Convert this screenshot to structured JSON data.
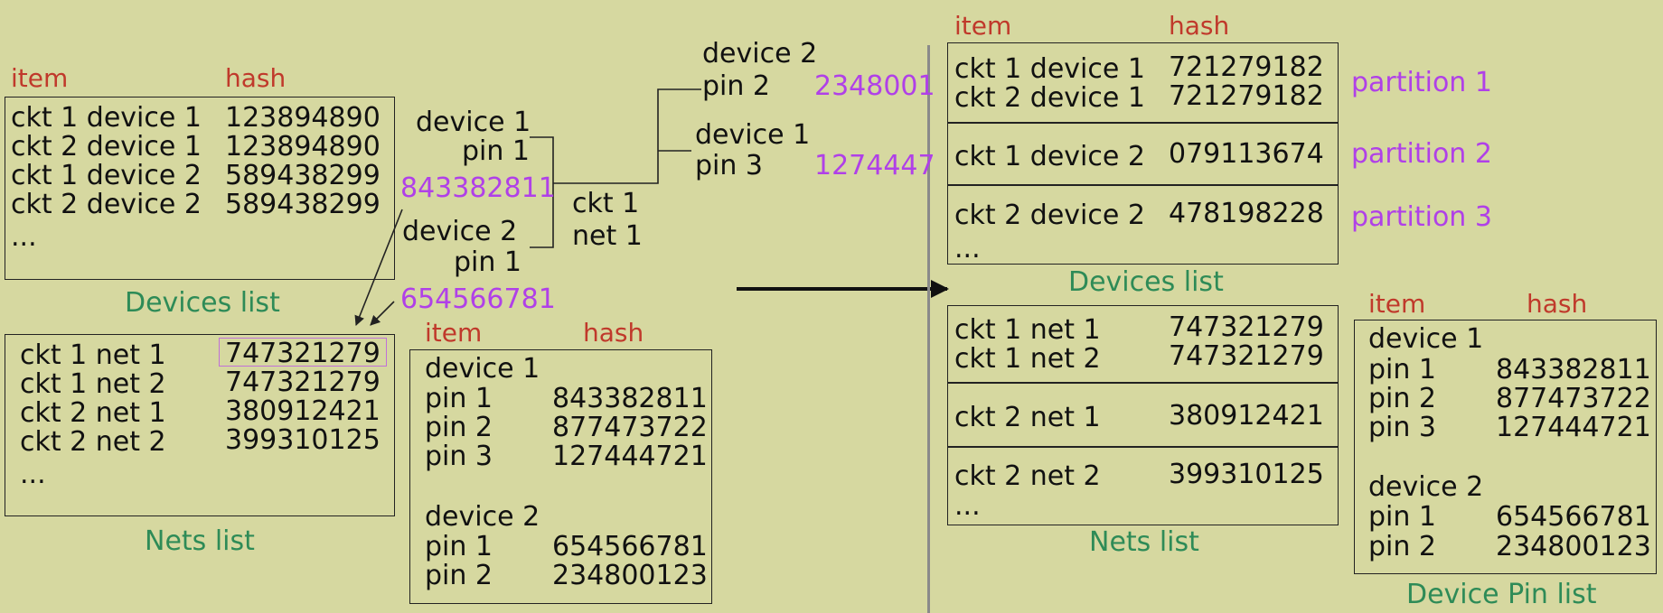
{
  "left": {
    "devices_header": {
      "item": "item",
      "hash": "hash"
    },
    "devices": [
      {
        "item": "ckt 1 device 1",
        "hash": "123894890"
      },
      {
        "item": "ckt 2 device 1",
        "hash": "123894890"
      },
      {
        "item": "ckt 1 device 2",
        "hash": "589438299"
      },
      {
        "item": "ckt 2 device 2",
        "hash": "589438299"
      }
    ],
    "devices_more": "...",
    "devices_caption": "Devices list",
    "nets": [
      {
        "item": "ckt 1 net 1",
        "hash": "747321279"
      },
      {
        "item": "ckt 1 net 2",
        "hash": "747321279"
      },
      {
        "item": "ckt 2 net 1",
        "hash": "380912421"
      },
      {
        "item": "ckt 2 net 2",
        "hash": "399310125"
      }
    ],
    "nets_more": "...",
    "nets_caption": "Nets list",
    "pins_header": {
      "item": "item",
      "hash": "hash"
    },
    "pins": {
      "device1": "device 1",
      "d1": [
        {
          "pin": "pin 1",
          "hash": "843382811"
        },
        {
          "pin": "pin 2",
          "hash": "877473722"
        },
        {
          "pin": "pin 3",
          "hash": "127444721"
        }
      ],
      "device2": "device 2",
      "d2": [
        {
          "pin": "pin 1",
          "hash": "654566781"
        },
        {
          "pin": "pin 2",
          "hash": "234800123"
        }
      ]
    }
  },
  "net_diagram": {
    "device1": "device 1",
    "device1_pin": "pin 1",
    "hash1": "843382811",
    "device2": "device 2",
    "device2_pin": "pin 1",
    "hash2": "654566781",
    "ckt": "ckt 1",
    "net": "net 1",
    "top_device": "device 2",
    "top_pin": "pin 2",
    "top_hash": "2348001",
    "mid_device": "device 1",
    "mid_pin": "pin 3",
    "mid_hash": "1274447"
  },
  "right": {
    "devices_header": {
      "item": "item",
      "hash": "hash"
    },
    "partitions": [
      {
        "rows": [
          {
            "item": "ckt 1 device 1",
            "hash": "721279182"
          },
          {
            "item": "ckt 2 device 1",
            "hash": "721279182"
          }
        ],
        "label": "partition 1"
      },
      {
        "rows": [
          {
            "item": "ckt 1 device 2",
            "hash": "079113674"
          }
        ],
        "label": "partition 2"
      },
      {
        "rows": [
          {
            "item": "ckt 2 device 2",
            "hash": "478198228"
          }
        ],
        "label": "partition 3"
      }
    ],
    "devices_more": "...",
    "devices_caption": "Devices list",
    "nets": [
      {
        "item": "ckt 1 net 1",
        "hash": "747321279"
      },
      {
        "item": "ckt 1 net 2",
        "hash": "747321279"
      },
      {
        "item": "ckt 2 net 1",
        "hash": "380912421"
      },
      {
        "item": "ckt 2 net 2",
        "hash": "399310125"
      }
    ],
    "nets_more": "...",
    "nets_caption": "Nets list",
    "pins_header": {
      "item": "item",
      "hash": "hash"
    },
    "pins": {
      "device1": "device 1",
      "d1": [
        {
          "pin": "pin 1",
          "hash": "843382811"
        },
        {
          "pin": "pin 2",
          "hash": "877473722"
        },
        {
          "pin": "pin 3",
          "hash": "127444721"
        }
      ],
      "device2": "device 2",
      "d2": [
        {
          "pin": "pin 1",
          "hash": "654566781"
        },
        {
          "pin": "pin 2",
          "hash": "234800123"
        }
      ]
    },
    "pins_caption": "Device Pin list"
  },
  "colors": {
    "background": "#d6d8a0",
    "header": "#c0392b",
    "caption": "#2e8b57",
    "hash_highlight": "#b040e8"
  }
}
